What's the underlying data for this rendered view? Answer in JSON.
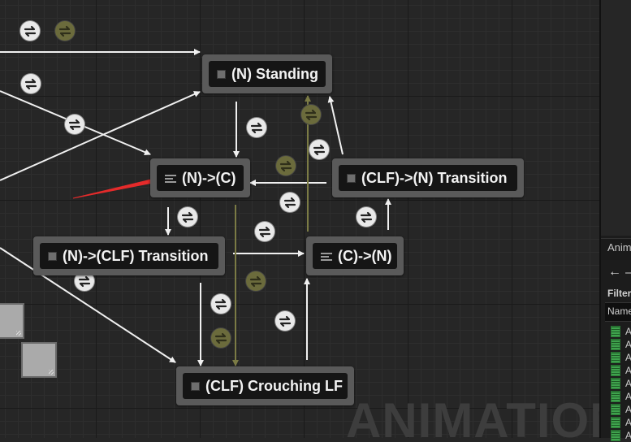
{
  "graph": {
    "watermark": "ANIMATION",
    "states": {
      "standing": "(N) Standing",
      "n_to_c": "(N)->(C)",
      "clf_to_n": "(CLF)->(N) Transition",
      "n_to_clf": "(N)->(CLF) Transition",
      "c_to_n": "(C)->(N)",
      "clf_crouching": "(CLF) Crouching LF"
    }
  },
  "right_panel": {
    "tab_label": "Anim",
    "back_icon": "arrow-left-icon",
    "filters_label": "Filters",
    "column_header": "Name",
    "assets": [
      "A",
      "A",
      "A",
      "A",
      "A",
      "A",
      "A",
      "A",
      "A"
    ]
  },
  "colors": {
    "wire": "#f0f0f0",
    "wire_inactive": "#6b6b3c",
    "annotation_arrow": "#e52b2b"
  }
}
